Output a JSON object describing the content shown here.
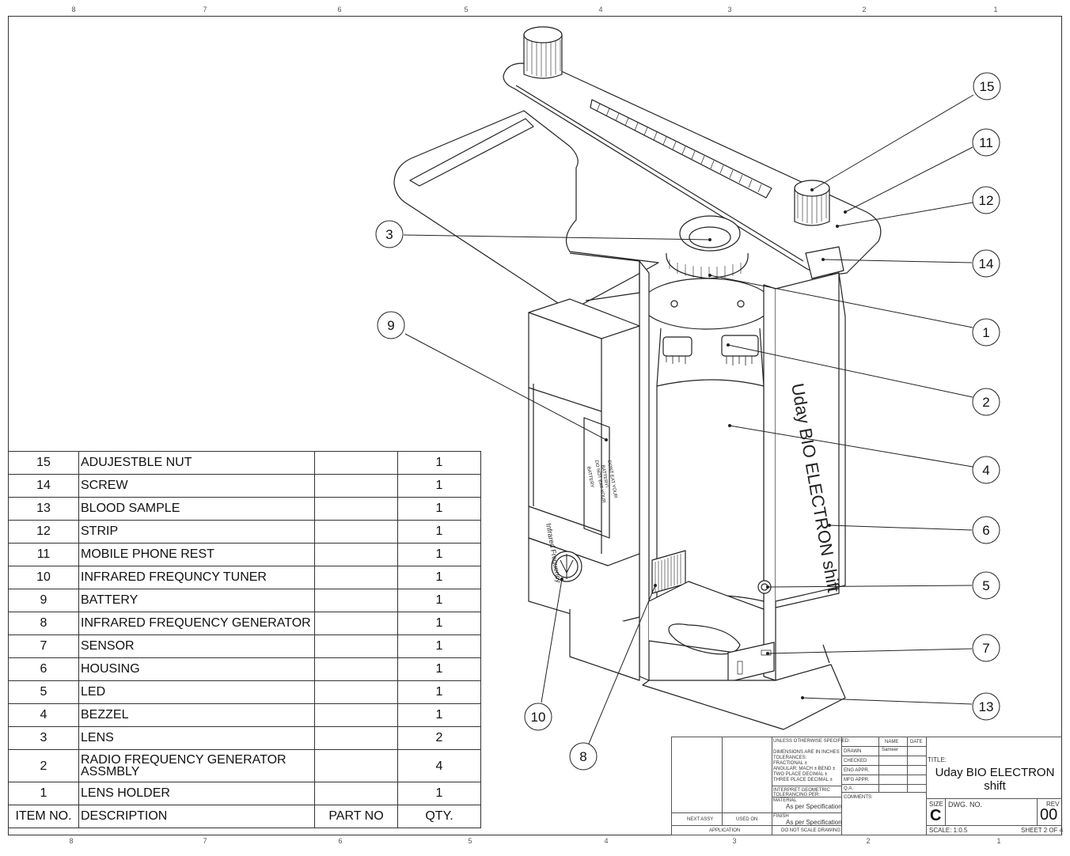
{
  "border": {
    "zones_top": [
      "8",
      "7",
      "6",
      "5",
      "4",
      "3",
      "2",
      "1"
    ],
    "zones_bottom": [
      "8",
      "7",
      "6",
      "5",
      "4",
      "3",
      "2",
      "1"
    ]
  },
  "drawing": {
    "brand_text": "Uday BIO ELECTRON shift",
    "dial_text": "Infrared Frequency",
    "battery_text": [
      "BATTERY",
      "DO NOT EAT YOUR",
      "BATTERY!",
      "DONT EAT YOUR"
    ],
    "balloons": [
      "15",
      "11",
      "12",
      "3",
      "14",
      "1",
      "9",
      "2",
      "4",
      "6",
      "5",
      "7",
      "13",
      "10",
      "8"
    ]
  },
  "bom": {
    "header": {
      "item": "ITEM NO.",
      "description": "DESCRIPTION",
      "part": "PART NO",
      "qty": "QTY."
    },
    "rows": [
      {
        "item": "15",
        "description": "ADUJESTBLE NUT",
        "part": "",
        "qty": "1"
      },
      {
        "item": "14",
        "description": "SCREW",
        "part": "",
        "qty": "1"
      },
      {
        "item": "13",
        "description": "BLOOD SAMPLE",
        "part": "",
        "qty": "1"
      },
      {
        "item": "12",
        "description": "STRIP",
        "part": "",
        "qty": "1"
      },
      {
        "item": "11",
        "description": "MOBILE PHONE REST",
        "part": "",
        "qty": "1"
      },
      {
        "item": "10",
        "description": "INFRARED FREQUNCY TUNER",
        "part": "",
        "qty": "1"
      },
      {
        "item": "9",
        "description": "BATTERY",
        "part": "",
        "qty": "1"
      },
      {
        "item": "8",
        "description": "INFRARED FREQUENCY GENERATOR",
        "part": "",
        "qty": "1"
      },
      {
        "item": "7",
        "description": "SENSOR",
        "part": "",
        "qty": "1"
      },
      {
        "item": "6",
        "description": "HOUSING",
        "part": "",
        "qty": "1"
      },
      {
        "item": "5",
        "description": "LED",
        "part": "",
        "qty": "1"
      },
      {
        "item": "4",
        "description": "BEZZEL",
        "part": "",
        "qty": "1"
      },
      {
        "item": "3",
        "description": "LENS",
        "part": "",
        "qty": "2"
      },
      {
        "item": "2",
        "description": "RADIO FREQUENCY GENERATOR ASSMBLY",
        "part": "",
        "qty": "4"
      },
      {
        "item": "1",
        "description": "LENS HOLDER",
        "part": "",
        "qty": "1"
      }
    ]
  },
  "title_block": {
    "unless_specified": "UNLESS OTHERWISE SPECIFIED:",
    "dims": "DIMENSIONS ARE IN INCHES",
    "tolerances": "TOLERANCES:",
    "fractional": "FRACTIONAL ±",
    "angular": "ANGULAR: MACH ±   BEND ±",
    "two_place": "TWO PLACE DECIMAL   ±",
    "three_place": "THREE PLACE DECIMAL  ±",
    "interpret": "INTERPRET GEOMETRIC",
    "tolerancing": "TOLERANCING PER:",
    "material_label": "MATERIAL",
    "material_value": "As per Specification",
    "finish_label": "FINISH",
    "finish_value": "As per Specification",
    "do_not_scale": "DO NOT SCALE DRAWING",
    "next_assy": "NEXT ASSY",
    "used_on": "USED ON",
    "application": "APPLICATION",
    "name_col": "NAME",
    "date_col": "DATE",
    "drawn": "DRAWN",
    "drawn_name": "Sameer",
    "checked": "CHECKED",
    "eng_appr": "ENG APPR.",
    "mfg_appr": "MFG APPR.",
    "qa": "Q.A.",
    "comments": "COMMENTS:",
    "title_label": "TITLE:",
    "title_line1": "Uday BIO ELECTRON",
    "title_line2": "shift",
    "size_label": "SIZE",
    "size_value": "C",
    "dwg_no_label": "DWG.  NO.",
    "rev_label": "REV",
    "rev_value": "00",
    "scale": "SCALE: 1:0.5",
    "sheet": "SHEET 2 OF 4"
  }
}
